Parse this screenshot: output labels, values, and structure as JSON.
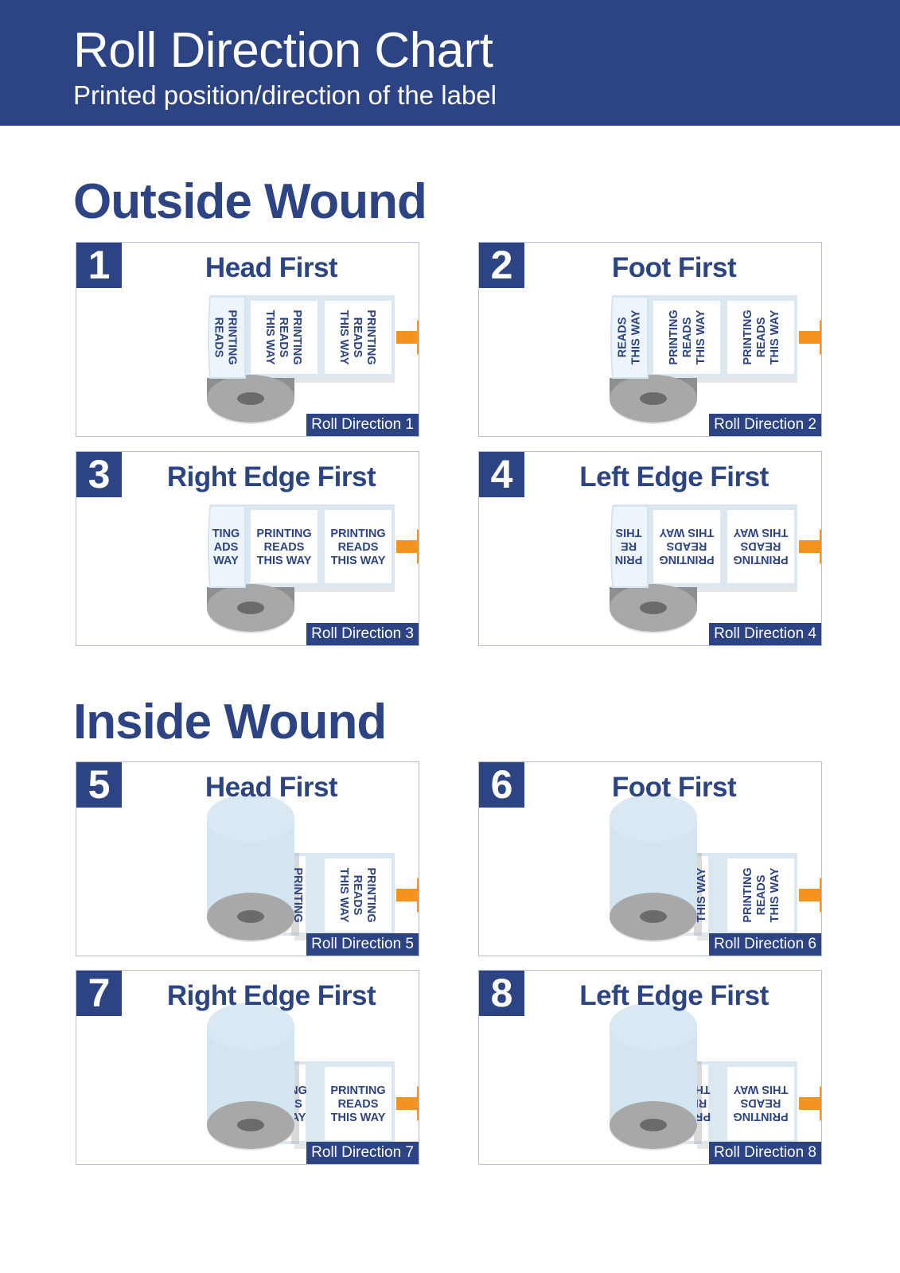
{
  "header": {
    "title": "Roll Direction Chart",
    "subtitle": "Printed position/direction of the label"
  },
  "colors": {
    "navy": "#2d4484",
    "arrow": "#f5931e",
    "roll_light": "#d3e5f1",
    "core_gray": "#a8a8a8"
  },
  "sections": [
    {
      "title": "Outside Wound",
      "cards": [
        {
          "number": "1",
          "title": "Head First",
          "footer": "Roll Direction 1",
          "label_lines": [
            "PRINTING",
            "READS",
            "THIS WAY"
          ],
          "partial_lines": [
            "PRINTING",
            "READS"
          ]
        },
        {
          "number": "2",
          "title": "Foot First",
          "footer": "Roll Direction 2",
          "label_lines": [
            "PRINTING",
            "READS",
            "THIS WAY"
          ],
          "partial_lines": [
            "READS",
            "THIS WAY"
          ]
        },
        {
          "number": "3",
          "title": "Right Edge First",
          "footer": "Roll Direction 3",
          "label_lines": [
            "PRINTING",
            "READS",
            "THIS WAY"
          ],
          "partial_lines": [
            "TING",
            "ADS",
            "WAY"
          ]
        },
        {
          "number": "4",
          "title": "Left Edge First",
          "footer": "Roll Direction 4",
          "label_lines": [
            "PRINTING",
            "READS",
            "THIS WAY"
          ],
          "partial_lines": [
            "PRIN",
            "RE",
            "THIS"
          ]
        }
      ]
    },
    {
      "title": "Inside Wound",
      "cards": [
        {
          "number": "5",
          "title": "Head First",
          "footer": "Roll Direction 5",
          "label_lines": [
            "PRINTING",
            "READS",
            "THIS WAY"
          ],
          "partial_lines": [
            "PRINTING"
          ]
        },
        {
          "number": "6",
          "title": "Foot First",
          "footer": "Roll Direction 6",
          "label_lines": [
            "PRINTING",
            "READS",
            "THIS WAY"
          ],
          "partial_lines": [
            "THIS WAY"
          ]
        },
        {
          "number": "7",
          "title": "Right Edge First",
          "footer": "Roll Direction 7",
          "label_lines": [
            "PRINTING",
            "READS",
            "THIS WAY"
          ],
          "partial_lines": [
            "NG",
            "S",
            "AY"
          ]
        },
        {
          "number": "8",
          "title": "Left Edge First",
          "footer": "Roll Direction 8",
          "label_lines": [
            "PRINTING",
            "READS",
            "THIS WAY"
          ],
          "partial_lines": [
            "PRI",
            "RI",
            "THI"
          ]
        }
      ]
    }
  ]
}
